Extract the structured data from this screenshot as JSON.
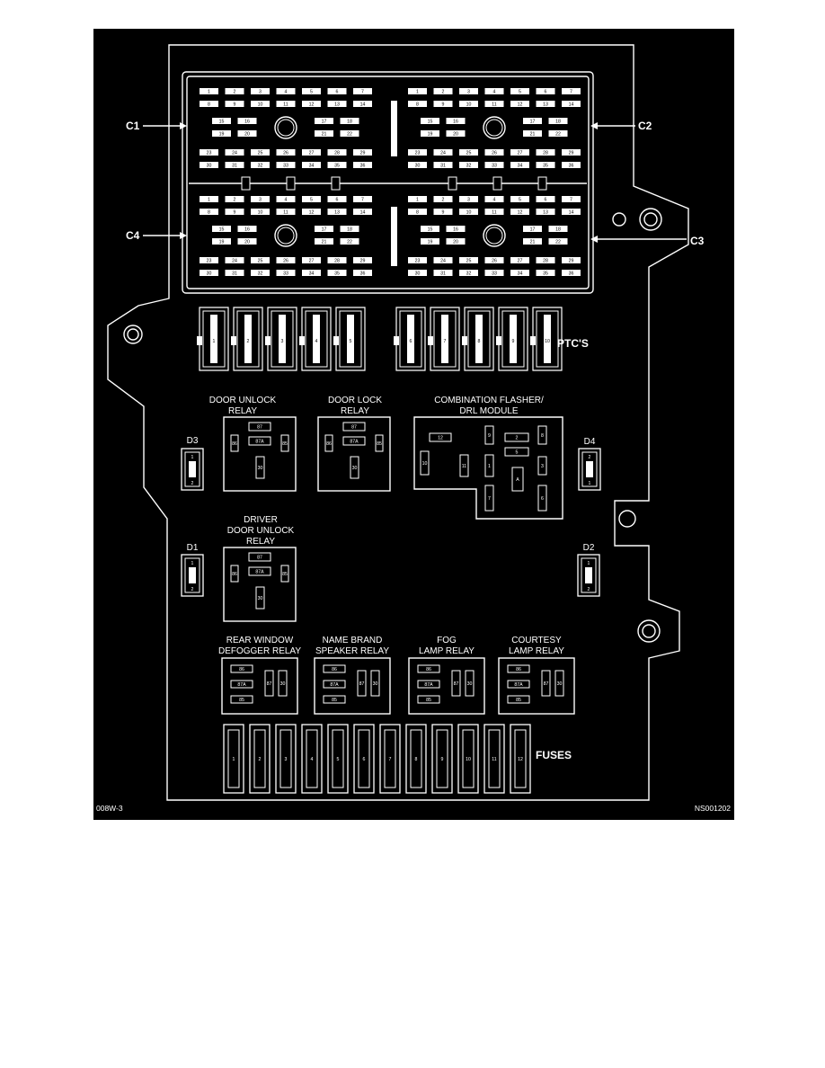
{
  "figure_id": "008W-3",
  "figure_code": "NS001202",
  "connectors": {
    "c1": "C1",
    "c2": "C2",
    "c3": "C3",
    "c4": "C4",
    "pins": {
      "row1": [
        "1",
        "2",
        "3",
        "4",
        "5",
        "6",
        "7"
      ],
      "row2": [
        "8",
        "9",
        "10",
        "11",
        "12",
        "13",
        "14"
      ],
      "mid_top": [
        "15",
        "16",
        "17",
        "18"
      ],
      "mid_bottom": [
        "19",
        "20",
        "21",
        "22"
      ],
      "row4": [
        "23",
        "24",
        "25",
        "26",
        "27",
        "28",
        "29"
      ],
      "row5": [
        "30",
        "31",
        "32",
        "33",
        "34",
        "35",
        "36"
      ]
    }
  },
  "ptcs": {
    "label": "PTC'S",
    "numbers": [
      "1",
      "2",
      "3",
      "4",
      "5",
      "6",
      "7",
      "8",
      "9",
      "10"
    ]
  },
  "relays": {
    "door_unlock": {
      "line1": "DOOR UNLOCK",
      "line2": "RELAY"
    },
    "door_lock": {
      "line1": "DOOR LOCK",
      "line2": "RELAY"
    },
    "combination": {
      "line1": "COMBINATION FLASHER/",
      "line2": "DRL MODULE"
    },
    "driver_door_unlock": {
      "line1": "DRIVER",
      "line2": "DOOR UNLOCK",
      "line3": "RELAY"
    },
    "rear_window": {
      "line1": "REAR WINDOW",
      "line2": "DEFOGGER RELAY"
    },
    "name_brand": {
      "line1": "NAME BRAND",
      "line2": "SPEAKER RELAY"
    },
    "fog": {
      "line1": "FOG",
      "line2": "LAMP RELAY"
    },
    "courtesy": {
      "line1": "COURTESY",
      "line2": "LAMP RELAY"
    },
    "terminals": {
      "t87": "87",
      "t87a": "87A",
      "t86": "86",
      "t85": "85",
      "t30": "30"
    }
  },
  "module_pins": [
    "12",
    "9",
    "2",
    "8",
    "5",
    "10",
    "11",
    "1",
    "3",
    "A",
    "7",
    "6"
  ],
  "diodes": {
    "d1": "D1",
    "d2": "D2",
    "d3": "D3",
    "d4": "D4",
    "pin1": "1",
    "pin2": "2"
  },
  "fuses": {
    "label": "FUSES",
    "numbers": [
      "1",
      "2",
      "3",
      "4",
      "5",
      "6",
      "7",
      "8",
      "9",
      "10",
      "11",
      "12"
    ]
  }
}
